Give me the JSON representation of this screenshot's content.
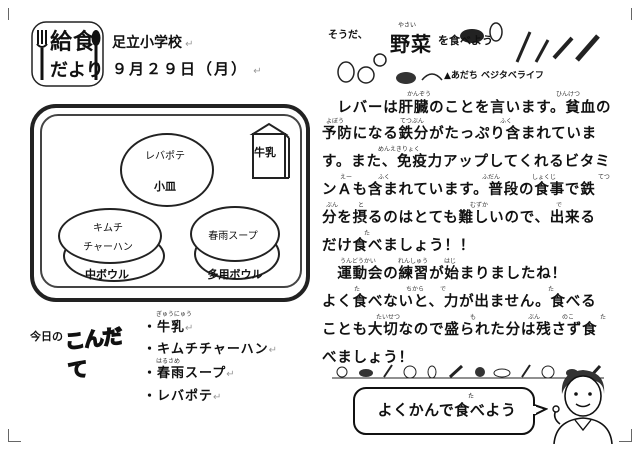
{
  "header": {
    "title_line1": "給食",
    "title_line2": "だより",
    "school": "足立小学校",
    "date": "９月２９日（月）"
  },
  "tray": {
    "plate_label": "レバポテ",
    "plate_name": "小皿",
    "bowl_label_line1": "キムチ",
    "bowl_label_line2": "チャーハン",
    "bowl_name": "中ボウル",
    "multi_label": "春雨スープ",
    "multi_name": "多用ボウル",
    "milk": "牛乳"
  },
  "menu": {
    "heading_small": "今日の",
    "heading_big": "こんだて",
    "items": [
      "・牛乳",
      "・キムチチャーハン",
      "・春雨スープ",
      "・レバポテ"
    ],
    "furigana": [
      "ぎゅうにゅう",
      "はるさめ"
    ]
  },
  "banner": {
    "prefix": "そうだ、",
    "main": "野菜",
    "suffix": "を食べよう",
    "furigana": "やさい",
    "sub": "▲あだち ベジタベライフ"
  },
  "article": {
    "lines": [
      "　レバーは肝臓のことを言います。貧血の",
      "予防になる鉄分がたっぷり含まれていま",
      "す。また、免疫力アップしてくれるビタミ",
      "ンＡも含まれています。普段の食事で鉄",
      "分を摂るのはとても難しいので、出来る",
      "だけ食べましょう！！",
      "　運動会の練習が始まりましたね！",
      "よく食べないと、力が出ません。食べる",
      "ことも大切なので盛られた分は残さず食",
      "べましょう！"
    ],
    "rubies": [
      "かんぞう",
      "ひんけつ",
      "よぼう",
      "てつぶん",
      "ふく",
      "めんえきりょく",
      "えー",
      "ふく",
      "ふだん",
      "しょくじ",
      "てつ",
      "ぶん",
      "と",
      "むずか",
      "で",
      "た",
      "うんどうかい",
      "れんしゅう",
      "はじ",
      "た",
      "ちから",
      "で",
      "た",
      "たいせつ",
      "も",
      "ぶん",
      "のこ",
      "た"
    ]
  },
  "slogan": {
    "text": "よくかんで食べよう",
    "furigana": "た"
  }
}
